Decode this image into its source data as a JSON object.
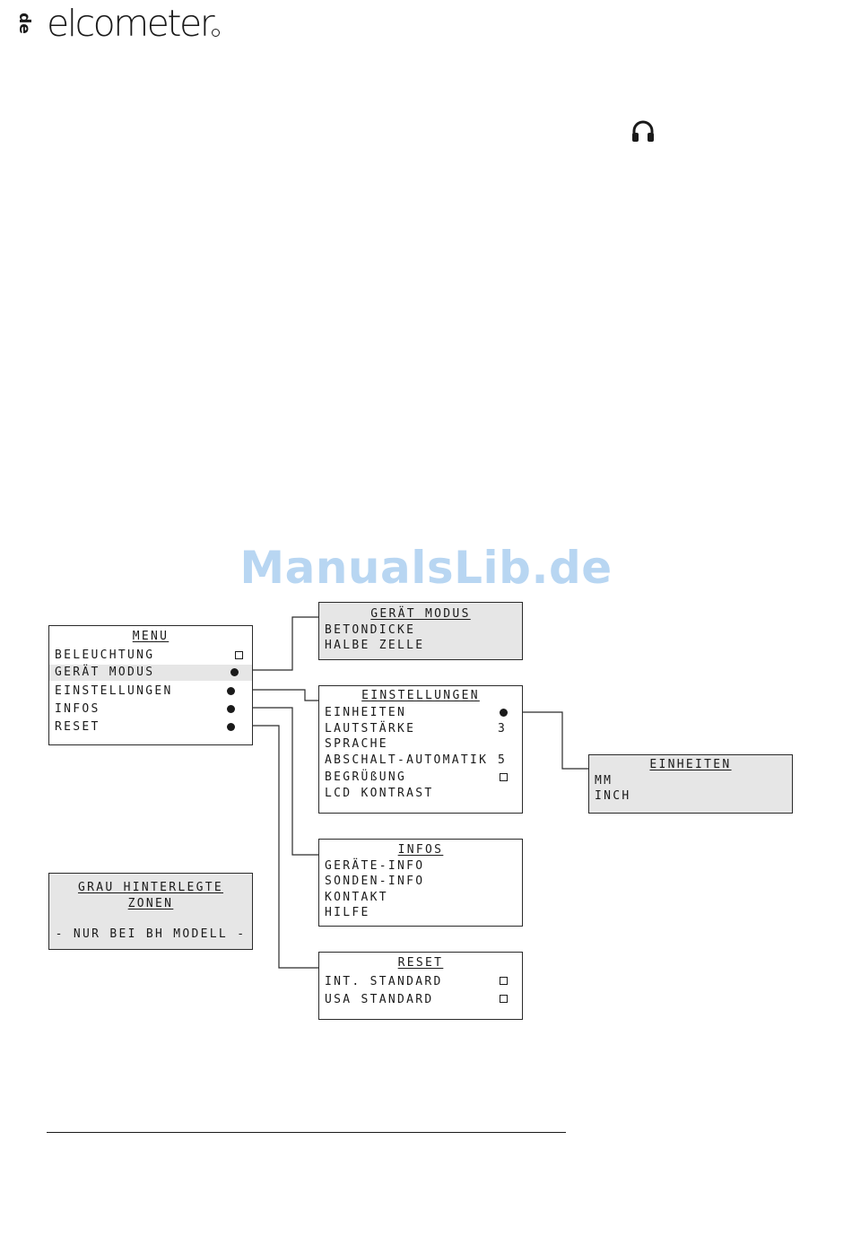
{
  "header": {
    "lang": "de",
    "brand": "elcometer"
  },
  "watermark": "ManualsLib.de",
  "icons": {
    "headphone": "headphone-icon"
  },
  "menu": {
    "title": "MENU",
    "items": [
      {
        "label": "BELEUCHTUNG",
        "marker": "checkbox"
      },
      {
        "label": "GERÄT MODUS",
        "marker": "dot"
      },
      {
        "label": "EINSTELLUNGEN",
        "marker": "dot"
      },
      {
        "label": "INFOS",
        "marker": "dot"
      },
      {
        "label": "RESET",
        "marker": "dot"
      }
    ]
  },
  "geraet_modus": {
    "title": "GERÄT MODUS",
    "items": [
      "BETONDICKE",
      "HALBE ZELLE"
    ]
  },
  "einstellungen": {
    "title": "EINSTELLUNGEN",
    "items": [
      {
        "label": "EINHEITEN",
        "marker": "dot",
        "value": ""
      },
      {
        "label": "LAUTSTÄRKE",
        "marker": "",
        "value": "3"
      },
      {
        "label": "SPRACHE",
        "marker": "",
        "value": ""
      },
      {
        "label": "ABSCHALT-AUTOMATIK",
        "marker": "",
        "value": "5"
      },
      {
        "label": "BEGRÜßUNG",
        "marker": "checkbox",
        "value": ""
      },
      {
        "label": "LCD KONTRAST",
        "marker": "",
        "value": ""
      }
    ]
  },
  "einheiten": {
    "title": "EINHEITEN",
    "items": [
      "MM",
      "INCH"
    ]
  },
  "infos": {
    "title": "INFOS",
    "items": [
      "GERÄTE-INFO",
      "SONDEN-INFO",
      "KONTAKT",
      "HILFE"
    ]
  },
  "reset": {
    "title": "RESET",
    "items": [
      {
        "label": "INT. STANDARD",
        "marker": "checkbox"
      },
      {
        "label": "USA STANDARD",
        "marker": "checkbox"
      }
    ]
  },
  "legend": {
    "line1": "GRAU HINTERLEGTE",
    "line2": "ZONEN",
    "line3": "- NUR BEI BH MODELL -"
  }
}
